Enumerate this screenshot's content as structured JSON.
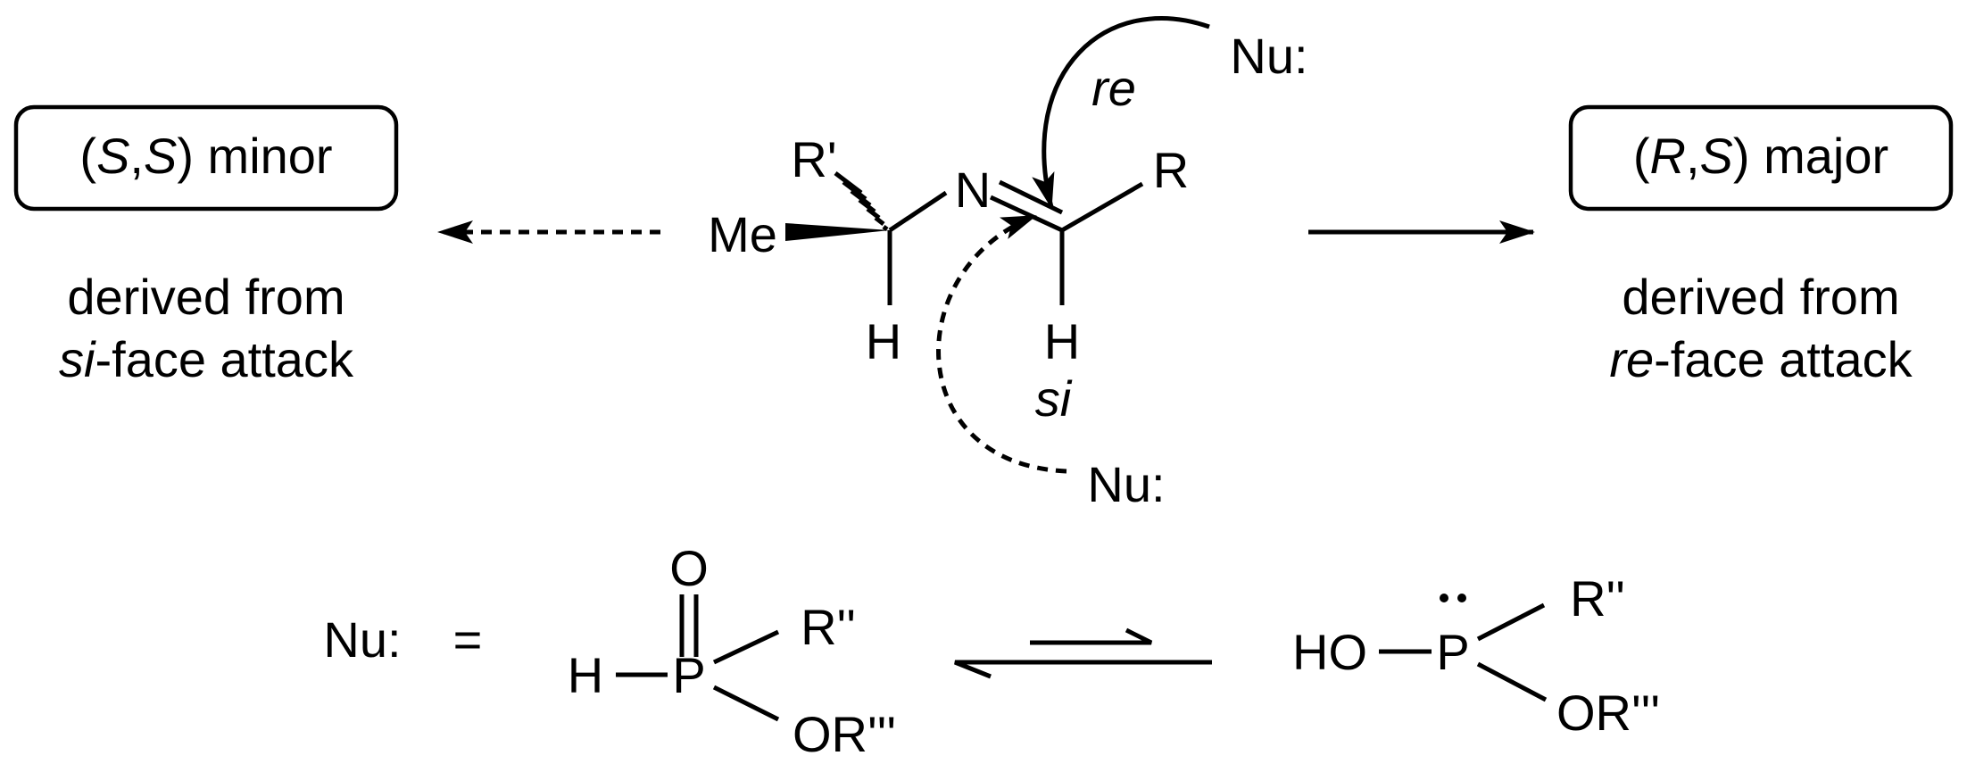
{
  "outcomes": {
    "minor": {
      "open": "(",
      "config1": "S",
      "comma": ",",
      "config2": "S",
      "close_and_label": ") minor",
      "caption_line1": "derived from",
      "caption_line2_italic": "si",
      "caption_line2_rest": "-face attack"
    },
    "major": {
      "open": "(",
      "config1": "R",
      "comma": ",",
      "config2": "S",
      "close_and_label": ") major",
      "caption_line1": "derived from",
      "caption_line2_italic": "re",
      "caption_line2_rest": "-face attack"
    }
  },
  "imine": {
    "r_prime": "R'",
    "methyl": "Me",
    "h_left": "H",
    "nitrogen": "N",
    "r_group": "R",
    "h_right": "H"
  },
  "attack": {
    "re_face_label": "re",
    "si_face_label": "si",
    "nucleophile_top": "Nu:",
    "nucleophile_bottom": "Nu:"
  },
  "nucleophile_definition": {
    "lhs": "Nu:",
    "equals": "=",
    "phosphonate": {
      "oxygen": "O",
      "hydrogen": "H",
      "phosphorus": "P",
      "r_double_prime": "R''",
      "or_triple_prime": "OR'''"
    },
    "phosphonite": {
      "hydroxyl": "HO",
      "phosphorus": "P",
      "r_double_prime": "R''",
      "or_triple_prime": "OR'''"
    }
  }
}
